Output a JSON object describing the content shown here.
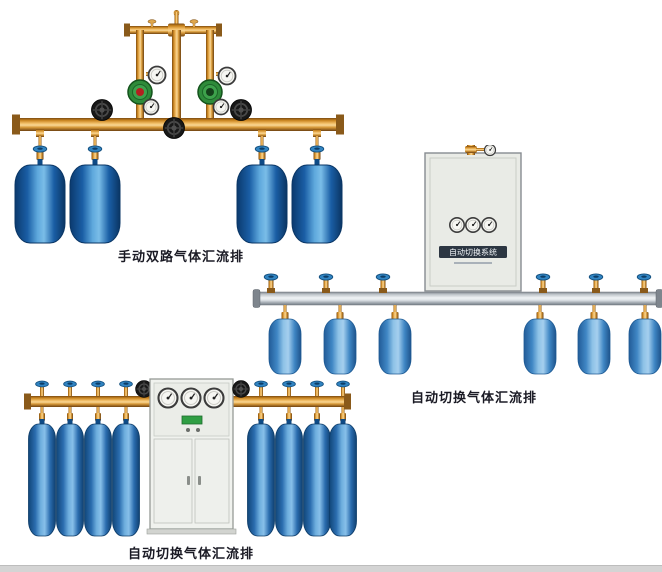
{
  "page": {
    "background": "#ffffff",
    "footer_band_color": "#d4d4d4"
  },
  "products": [
    {
      "id": "manual-dual-manifold",
      "label": "手动双路气体汇流排"
    },
    {
      "id": "auto-switch-manifold-right",
      "label": "自动切换气体汇流排",
      "cabinet_title": "自动切换系统"
    },
    {
      "id": "auto-switch-manifold-bottom",
      "label": "自动切换气体汇流排"
    }
  ],
  "colors": {
    "brass_pipe": "#c9841f",
    "aluminum_pipe": "#c2c8cd",
    "cylinder_dark_blue": "#1a5ea5",
    "cylinder_medium_blue": "#3f86c4",
    "cylinder_tall_blue": "#2a6cae",
    "regulator_green": "#2e8b3a",
    "handwheel_black": "#181818",
    "handwheel_blue": "#3184c2",
    "cabinet_body": "#e9ebe6",
    "cabinet_nameplate": "#2c3642",
    "label_text": "#1a1a24"
  }
}
